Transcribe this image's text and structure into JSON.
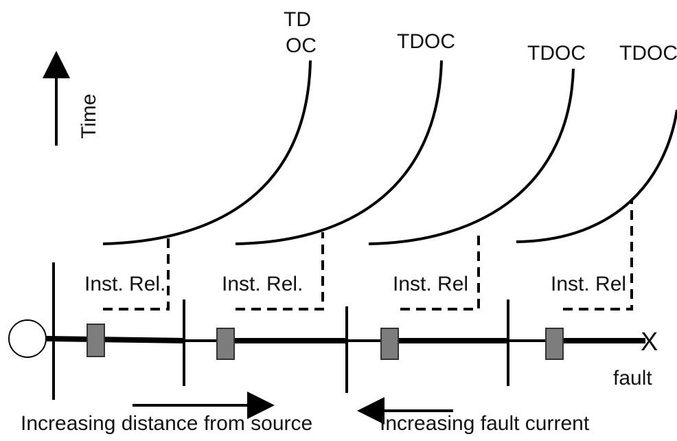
{
  "time_label": "Time",
  "tdoc_labels": [
    {
      "line1": "TD",
      "line2": "OC"
    },
    {
      "line1": "TDOC",
      "line2": ""
    },
    {
      "line1": "TDOC",
      "line2": ""
    },
    {
      "line1": "TDOC",
      "line2": ""
    }
  ],
  "inst_labels": [
    "Inst. Rel.",
    "Inst. Rel.",
    "Inst. Rel",
    "Inst. Rel"
  ],
  "fault_label": "fault",
  "fault_marker": "X",
  "distance_label": "Increasing distance from source",
  "current_label": "Increasing fault current"
}
